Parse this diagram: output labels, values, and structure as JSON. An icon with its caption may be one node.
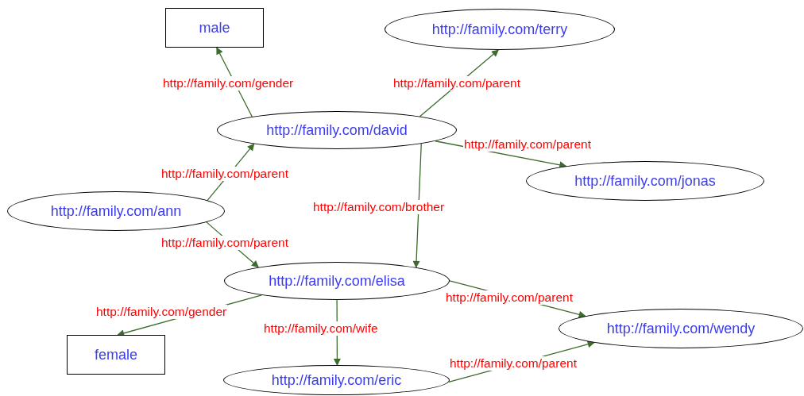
{
  "diagram": {
    "nodes": [
      {
        "text": [
          "male"
        ]
      },
      {
        "text": [
          "http://family.com/terry"
        ]
      },
      {
        "text": [
          "http://family.com/david"
        ]
      },
      {
        "text": [
          "http://family.com/jonas"
        ]
      },
      {
        "text": [
          "http://family.com/ann"
        ]
      },
      {
        "text": [
          "http://family.com/elisa"
        ]
      },
      {
        "text": [
          "female"
        ]
      },
      {
        "text": [
          "http://family.com/wendy"
        ]
      },
      {
        "text": [
          "http://family.com/eric"
        ]
      }
    ],
    "edges": [
      {
        "from": 2,
        "to": 0,
        "arrow": "to",
        "label": "http://family.com/gender"
      },
      {
        "from": 2,
        "to": 1,
        "arrow": "to",
        "label": "http://family.com/parent"
      },
      {
        "from": 2,
        "to": 3,
        "arrow": "to",
        "label": "http://family.com/parent"
      },
      {
        "from": 4,
        "to": 2,
        "arrow": "to",
        "label": "http://family.com/parent"
      },
      {
        "from": 2,
        "to": 5,
        "arrow": "to",
        "label": "http://family.com/brother"
      },
      {
        "from": 4,
        "to": 5,
        "arrow": "to",
        "label": "http://family.com/parent"
      },
      {
        "from": 5,
        "to": 6,
        "arrow": "to",
        "label": "http://family.com/gender"
      },
      {
        "from": 5,
        "to": 8,
        "arrow": "to",
        "label": "http://family.com/wife"
      },
      {
        "from": 5,
        "to": 7,
        "arrow": "to",
        "label": "http://family.com/parent"
      },
      {
        "from": 8,
        "to": 7,
        "arrow": "to",
        "label": "http://family.com/parent"
      }
    ]
  }
}
